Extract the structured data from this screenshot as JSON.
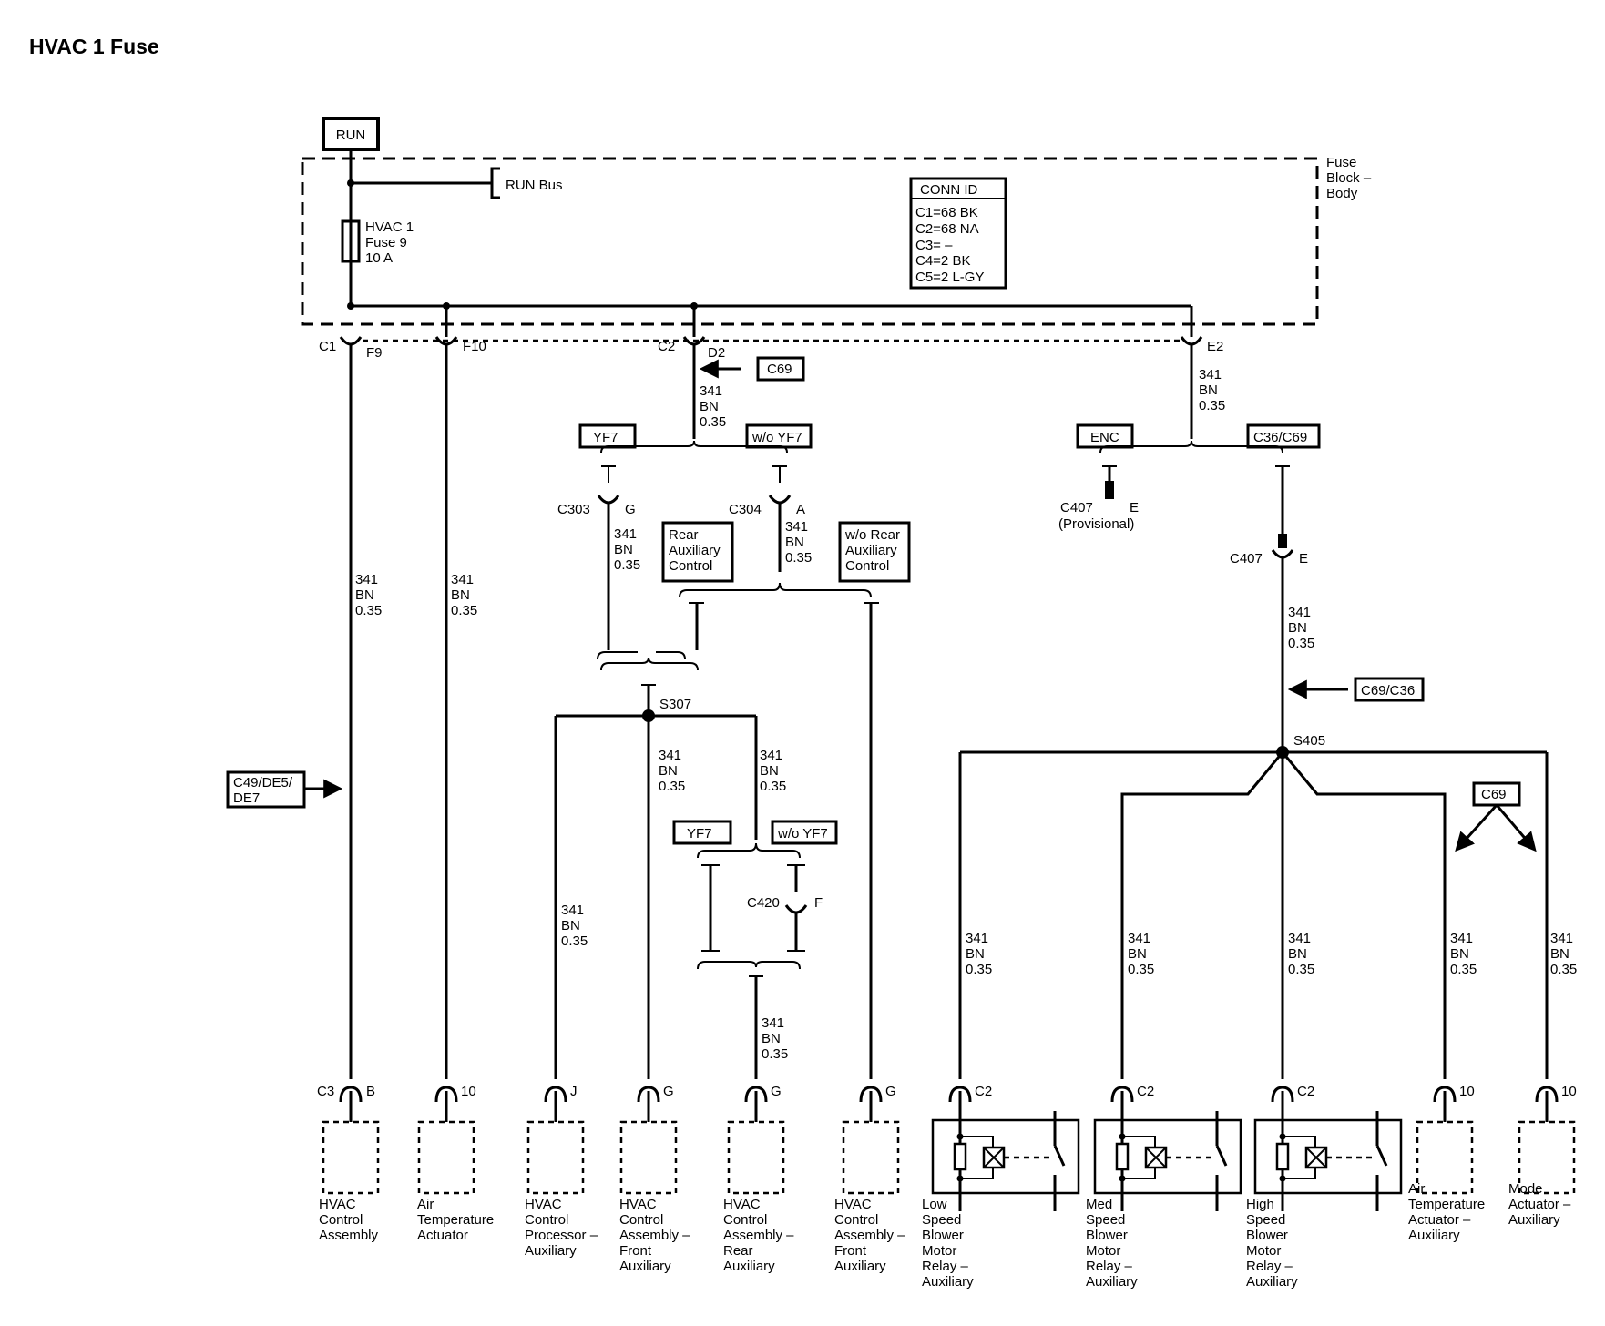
{
  "page_title": "HVAC 1 Fuse",
  "source": {
    "label": "RUN"
  },
  "fuse_block": {
    "label_lines": [
      "Fuse",
      "Block –",
      "Body"
    ],
    "bus_label": "RUN Bus",
    "fuse_lines": [
      "HVAC 1",
      "Fuse 9",
      "10 A"
    ],
    "conn_id_title": "CONN ID",
    "conn_id_lines": [
      "C1=68 BK",
      "C2=68 NA",
      "C3= –",
      "C4=2 BK",
      "C5=2 L-GY"
    ]
  },
  "wire": {
    "circuit": "341",
    "color": "BN",
    "size": "0.35"
  },
  "connectors": {
    "c1": "C1",
    "f9": "F9",
    "f10": "F10",
    "c2": "C2",
    "d2": "D2",
    "e2": "E2",
    "c303": "C303",
    "g": "G",
    "c304": "C304",
    "a": "A",
    "c407": "C407",
    "e": "E",
    "c407_note": "(Provisional)",
    "c420": "C420",
    "f": "F",
    "s307": "S307",
    "s405": "S405",
    "c3": "C3",
    "b": "B",
    "pin10": "10",
    "j": "J"
  },
  "options": {
    "c69": "C69",
    "yf7": "YF7",
    "wo_yf7": "w/o YF7",
    "enc": "ENC",
    "c36_c69": "C36/C69",
    "c69_c36": "C69/C36",
    "rear_aux_lines": [
      "Rear",
      "Auxiliary",
      "Control"
    ],
    "wo_rear_aux_lines": [
      "w/o Rear",
      "Auxiliary",
      "Control"
    ],
    "c49_lines": [
      "C49/DE5/",
      "DE7"
    ]
  },
  "components": {
    "hvac_control_assembly": [
      "HVAC",
      "Control",
      "Assembly"
    ],
    "air_temp_actuator": [
      "Air",
      "Temperature",
      "Actuator"
    ],
    "hvac_control_processor_aux": [
      "HVAC",
      "Control",
      "Processor –",
      "Auxiliary"
    ],
    "hvac_control_front_aux_1": [
      "HVAC",
      "Control",
      "Assembly –",
      "Front",
      "Auxiliary"
    ],
    "hvac_control_rear_aux": [
      "HVAC",
      "Control",
      "Assembly –",
      "Rear",
      "Auxiliary"
    ],
    "hvac_control_front_aux_2": [
      "HVAC",
      "Control",
      "Assembly –",
      "Front",
      "Auxiliary"
    ],
    "low_speed_relay": [
      "Low",
      "Speed",
      "Blower",
      "Motor",
      "Relay –",
      "Auxiliary"
    ],
    "med_speed_relay": [
      "Med",
      "Speed",
      "Blower",
      "Motor",
      "Relay –",
      "Auxiliary"
    ],
    "high_speed_relay": [
      "High",
      "Speed",
      "Blower",
      "Motor",
      "Relay –",
      "Auxiliary"
    ],
    "air_temp_actuator_aux": [
      "Air",
      "Temperature",
      "Actuator –",
      "Auxiliary"
    ],
    "mode_actuator_aux": [
      "Mode",
      "Actuator –",
      "Auxiliary"
    ]
  }
}
